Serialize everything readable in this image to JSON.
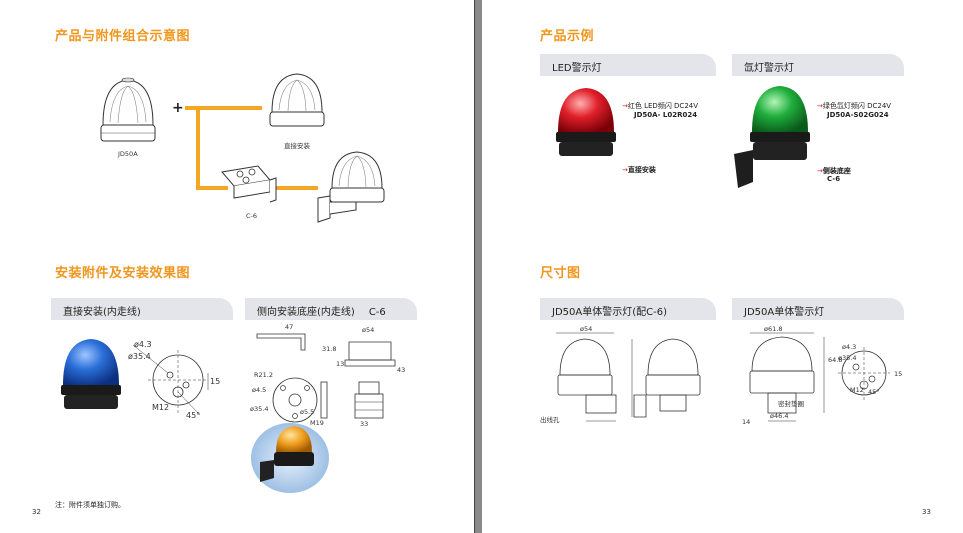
{
  "left_page": {
    "title_combo": "产品与附件组合示意图",
    "label_jd50a": "JD50A",
    "label_direct_mount": "直接安装",
    "label_c6": "C-6",
    "plus_sign": "+",
    "title_accessories": "安装附件及安装效果图",
    "tab_direct": "直接安装(内走线)",
    "tab_side": "侧向安装底座(内走线)",
    "tab_side_code": "C-6",
    "dim_d43": "ø4.3",
    "dim_d354": "ø35.4",
    "dim_15": "15",
    "dim_m12": "M12",
    "dim_45": "45°",
    "dim_47": "47",
    "dim_318": "31.8",
    "dim_d54": "ø54",
    "dim_13": "13",
    "dim_43": "43",
    "dim_d212": "R21.2",
    "dim_d354b": "ø35.4",
    "dim_d55": "ø5.5",
    "dim_d45": "ø4.5",
    "dim_m19": "M19",
    "dim_33": "33",
    "footnote": "注：附件须单独订购。",
    "page_number": "32"
  },
  "right_page": {
    "title_examples": "产品示例",
    "tab_led": "LED警示灯",
    "tab_xenon": "氙灯警示灯",
    "led_desc": "红色 LED频闪 DC24V",
    "led_model": "JD50A- L02R024",
    "led_mount": "直接安装",
    "xenon_desc": "绿色氙灯频闪 DC24V",
    "xenon_model": "JD50A-S02G024",
    "xenon_mount": "侧装底座",
    "xenon_mount_code": "C-6",
    "title_dimensions": "尺寸图",
    "tab_dim_c6": "JD50A单体警示灯(配C-6)",
    "tab_dim_single": "JD50A单体警示灯",
    "dim_d54": "ø54",
    "dim_d618": "ø61.8",
    "dim_d43": "ø4.3",
    "dim_d354": "ø35.4",
    "dim_15": "15",
    "dim_m12": "M12",
    "dim_45": "45°",
    "dim_648": "64.8",
    "dim_14": "14",
    "dim_d464": "ø46.4",
    "seal_ring": "密封垫圈",
    "cable_gland": "出线孔",
    "page_number": "33"
  },
  "colors": {
    "heading_orange": "#f0961e",
    "tab_gray": "#e3e5ea",
    "connector_orange": "#f5a623",
    "lamp_red": "#e0202a",
    "lamp_green": "#1fae3c",
    "lamp_blue": "#1e5fc8",
    "lamp_amber": "#f0a020",
    "base_black": "#1a1a1a"
  }
}
